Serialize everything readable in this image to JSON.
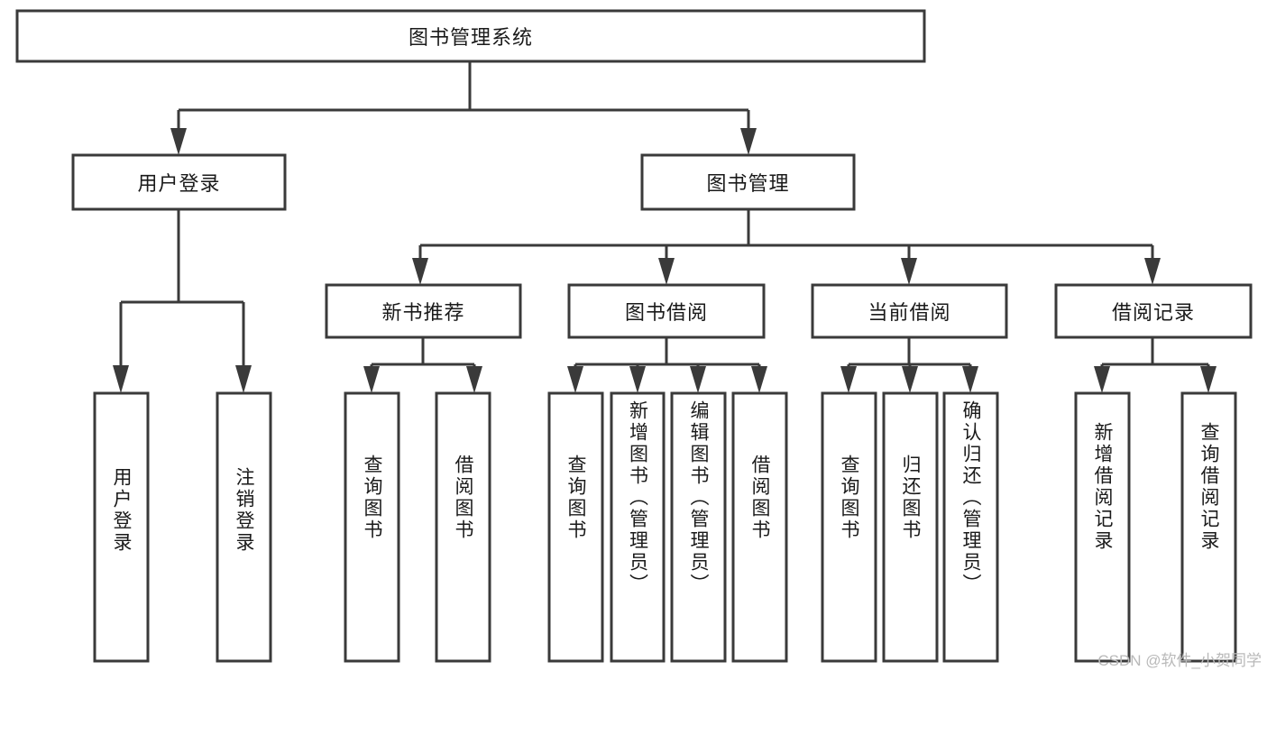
{
  "diagram": {
    "title": "图书管理系统",
    "type": "tree-hierarchy-functional-structure",
    "colors": {
      "box_stroke": "#3a3a3a",
      "box_fill": "#ffffff",
      "connector": "#3a3a3a",
      "text": "#1a1a1a",
      "background": "#ffffff",
      "watermark": "#b9b9b9"
    },
    "root": {
      "id": "root",
      "label": "图书管理系统",
      "orientation": "horizontal"
    },
    "level2": [
      {
        "id": "user-login",
        "label": "用户登录",
        "orientation": "horizontal"
      },
      {
        "id": "book-management",
        "label": "图书管理",
        "orientation": "horizontal"
      }
    ],
    "level3": [
      {
        "id": "new-book-recommend",
        "label": "新书推荐",
        "orientation": "horizontal",
        "parent": "book-management"
      },
      {
        "id": "book-borrow",
        "label": "图书借阅",
        "orientation": "horizontal",
        "parent": "book-management"
      },
      {
        "id": "current-borrow",
        "label": "当前借阅",
        "orientation": "horizontal",
        "parent": "book-management"
      },
      {
        "id": "borrow-record",
        "label": "借阅记录",
        "orientation": "horizontal",
        "parent": "book-management"
      }
    ],
    "leaves": [
      {
        "id": "leaf-user-login",
        "label": "用户登录",
        "orientation": "vertical",
        "parent": "user-login"
      },
      {
        "id": "leaf-logout-login",
        "label": "注销登录",
        "orientation": "vertical",
        "parent": "user-login"
      },
      {
        "id": "leaf-query-book-1",
        "label": "查询图书",
        "orientation": "vertical",
        "parent": "new-book-recommend"
      },
      {
        "id": "leaf-borrow-book-1",
        "label": "借阅图书",
        "orientation": "vertical",
        "parent": "new-book-recommend"
      },
      {
        "id": "leaf-query-book-2",
        "label": "查询图书",
        "orientation": "vertical",
        "parent": "book-borrow"
      },
      {
        "id": "leaf-add-book",
        "label": "新增图书（管理员）",
        "orientation": "vertical",
        "parent": "book-borrow"
      },
      {
        "id": "leaf-edit-book",
        "label": "编辑图书（管理员）",
        "orientation": "vertical",
        "parent": "book-borrow"
      },
      {
        "id": "leaf-borrow-book-2",
        "label": "借阅图书",
        "orientation": "vertical",
        "parent": "book-borrow"
      },
      {
        "id": "leaf-query-book-3",
        "label": "查询图书",
        "orientation": "vertical",
        "parent": "current-borrow"
      },
      {
        "id": "leaf-return-book",
        "label": "归还图书",
        "orientation": "vertical",
        "parent": "current-borrow"
      },
      {
        "id": "leaf-confirm-return",
        "label": "确认归还（管理员）",
        "orientation": "vertical",
        "parent": "current-borrow"
      },
      {
        "id": "leaf-add-record",
        "label": "新增借阅记录",
        "orientation": "vertical",
        "parent": "borrow-record"
      },
      {
        "id": "leaf-query-record",
        "label": "查询借阅记录",
        "orientation": "vertical",
        "parent": "borrow-record"
      }
    ],
    "watermark": "CSDN @软件_小贺同学"
  }
}
